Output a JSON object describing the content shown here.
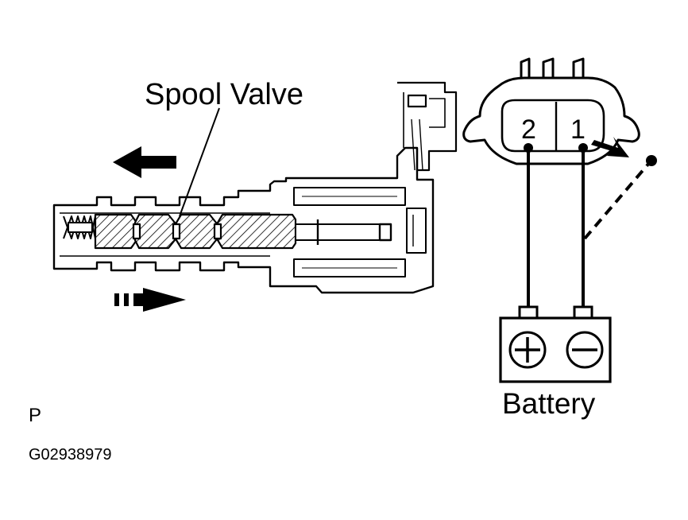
{
  "diagram": {
    "callout_label": "Spool Valve",
    "connector": {
      "terminal_left": "2",
      "terminal_right": "1"
    },
    "battery": {
      "label": "Battery",
      "positive_symbol": "+",
      "negative_symbol": "−"
    },
    "corner_letter": "P",
    "figure_code": "G02938979",
    "colors": {
      "ink": "#000000",
      "background": "#ffffff"
    },
    "icons": [
      "arrow-left-solid-icon",
      "arrow-right-dashed-icon",
      "arrow-right-curved-icon"
    ]
  }
}
